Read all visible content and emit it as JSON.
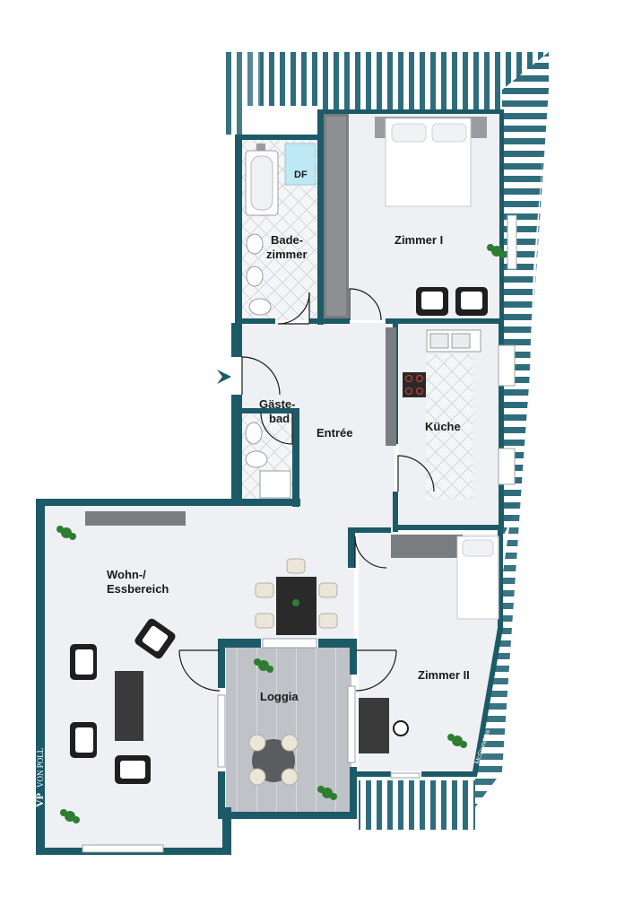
{
  "rooms": {
    "bad_line1": "Bade-",
    "bad_line2": "zimmer",
    "df": "DF",
    "zimmer1": "Zimmer I",
    "gaeste_line1": "Gäste-",
    "gaeste_line2": "bad",
    "entree": "Entrée",
    "kueche": "Küche",
    "wohn_line1": "Wohn-/",
    "wohn_line2": "Essbereich",
    "loggia": "Loggia",
    "zimmer2": "Zimmer II"
  },
  "branding": {
    "logo_mark": "VP",
    "logo_name": "VON POLL",
    "credit": "McGrundriss"
  },
  "colors": {
    "wall": "#1c5a68",
    "floor": "#eef0f3",
    "tile": "#dfe2e6",
    "loggia_floor": "#b9bcc0",
    "terrace_stripe": "#2f6d7c",
    "furniture_dark": "#2a2a2a",
    "plant": "#2e7d32"
  }
}
